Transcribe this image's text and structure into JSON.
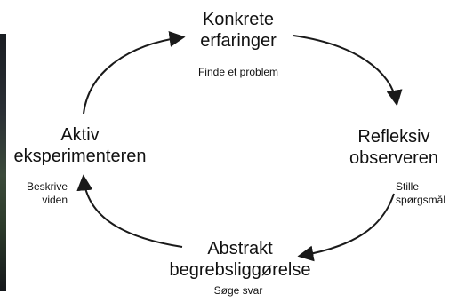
{
  "nodes": {
    "top": {
      "title_line1": "Konkrete",
      "title_line2": "erfaringer",
      "sub": "Finde et problem"
    },
    "right": {
      "title_line1": "Refleksiv",
      "title_line2": "observeren",
      "sub_line1": "Stille",
      "sub_line2": "spørgsmål"
    },
    "bottom": {
      "title_line1": "Abstrakt",
      "title_line2": "begrebsliggørelse",
      "sub": "Søge svar"
    },
    "left": {
      "title_line1": "Aktiv",
      "title_line2": "eksperimenteren",
      "sub_line1": "Beskrive",
      "sub_line2": "viden"
    }
  },
  "colors": {
    "text": "#111111",
    "arrow": "#1a1a1a",
    "background": "#ffffff"
  }
}
